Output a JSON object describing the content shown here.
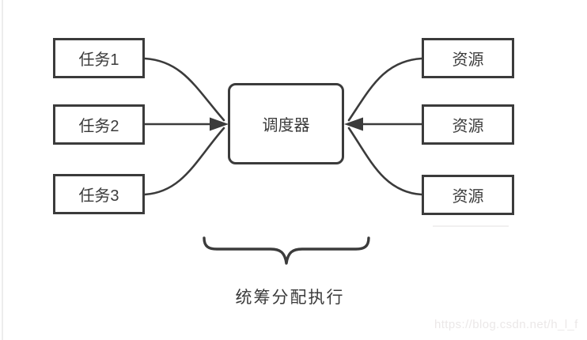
{
  "diagram": {
    "tasks": [
      {
        "label": "任务1"
      },
      {
        "label": "任务2"
      },
      {
        "label": "任务3"
      }
    ],
    "scheduler_label": "调度器",
    "resources": [
      {
        "label": "资源"
      },
      {
        "label": "资源"
      },
      {
        "label": "资源"
      }
    ],
    "caption": "统筹分配执行",
    "watermark": "https://blog.csdn.net/h_l_f",
    "colors": {
      "stroke": "#3b3b3b",
      "background": "#ffffff",
      "watermark_text": "#ebe8e8"
    }
  }
}
